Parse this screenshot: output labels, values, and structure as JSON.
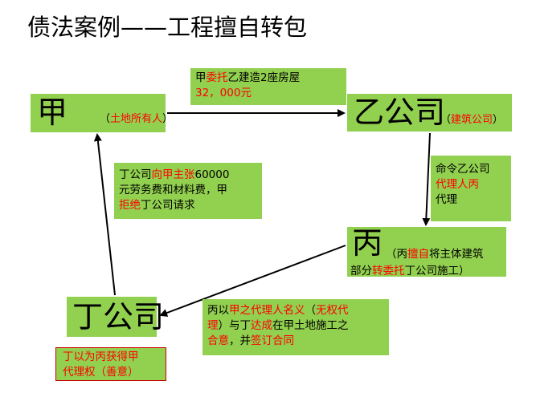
{
  "title": "债法案例——工程擅自转包",
  "colors": {
    "box": "#92d050",
    "highlight": "#ff0000",
    "arrow": "#000000",
    "border": "#cc0000"
  },
  "parties": {
    "jia": {
      "name": "甲",
      "paren_open": "（",
      "role": "土地所有人",
      "paren_close": "）"
    },
    "yi": {
      "name": "乙公司",
      "paren_open": "（",
      "role": "建筑公司",
      "paren_close": "）"
    },
    "bing": {
      "name": "丙",
      "l1_a": "（丙",
      "l1_b": "擅自",
      "l1_c": "将主体建筑",
      "l2_a": "部分",
      "l2_b": "转委托",
      "l2_c": "丁公司施工）"
    },
    "ding": {
      "name": "丁公司"
    }
  },
  "notes": {
    "contract": {
      "a": "甲",
      "b": "委托",
      "c": "乙建造2座房屋",
      "d": "32，000元"
    },
    "order": {
      "a": "命令乙公司",
      "b": "代理人丙",
      "c": "代理"
    },
    "claim": {
      "a": "丁公司",
      "b": "向甲主张",
      "c": "60000",
      "d": "元劳务费和材料费，甲",
      "e": "拒绝",
      "f": "丁公司请求"
    },
    "agency": {
      "a": "丙以",
      "b": "甲之代理人名义",
      "c": "（",
      "d": "无权代",
      "e": "理",
      "f": "）与丁",
      "g": "达成",
      "h": "在甲土地施工之",
      "i": "合意",
      "j": "，并",
      "k": "签订合同"
    },
    "goodfaith": {
      "l1": "丁以为丙获得甲",
      "l2": "代理权（善意）"
    }
  }
}
